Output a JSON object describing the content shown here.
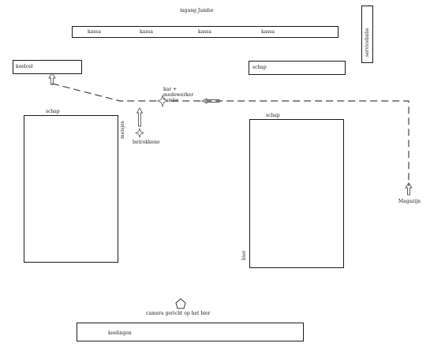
{
  "entrance": "ingang Jumbo",
  "registers": [
    "kassa",
    "kassa",
    "kassa",
    "kassa"
  ],
  "service_desk": "servicebalie",
  "cooler": "koelcel",
  "shelf_right_top": "schap",
  "shelf_left": "schap",
  "shelf_right": "schap",
  "girls": "meisjes",
  "involved": "betrokkene",
  "employee": "kar + medewerker Jumbo",
  "warehouse": "Magazijn",
  "beer": "bier",
  "camera": "camera gericht op het bier",
  "refrigerators": "koelingen",
  "colors": {
    "line": "#1a1a1a",
    "dash": "#444444",
    "background": "#ffffff"
  }
}
